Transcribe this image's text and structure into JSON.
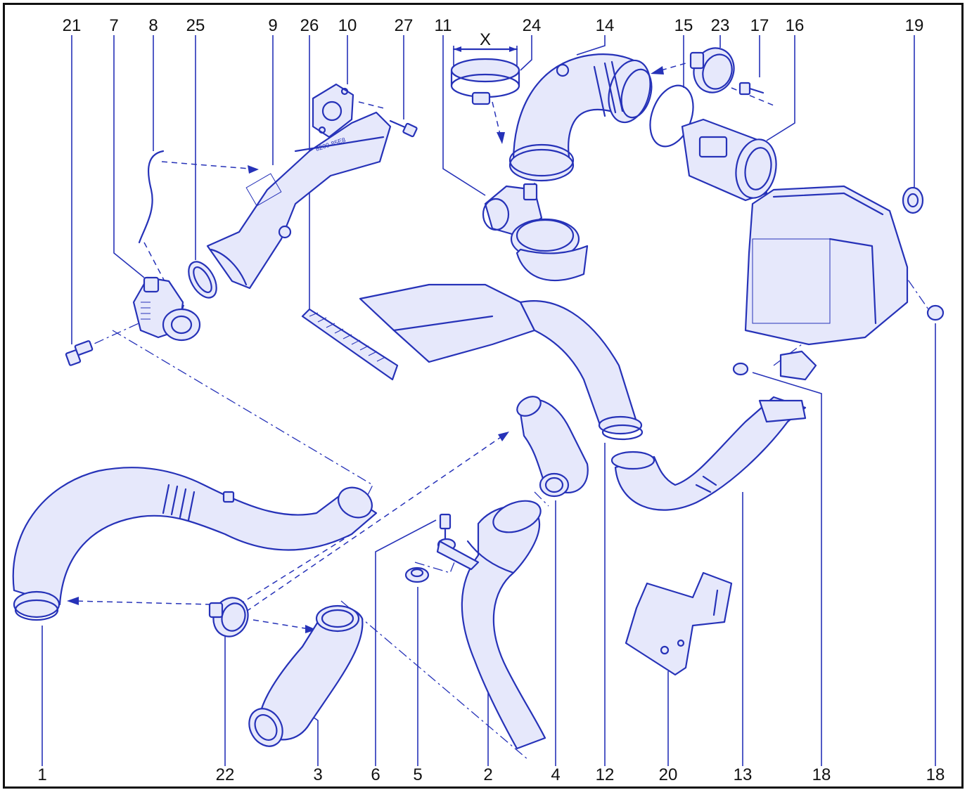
{
  "callouts": {
    "top": [
      "21",
      "7",
      "8",
      "25",
      "9",
      "26",
      "10",
      "27",
      "11",
      "24",
      "14",
      "15",
      "23",
      "17",
      "16",
      "19"
    ],
    "bottom": [
      "1",
      "22",
      "3",
      "6",
      "5",
      "2",
      "4",
      "12",
      "20",
      "13",
      "18",
      "18"
    ]
  },
  "dimension_label": "X",
  "part_marking": "8200-85E8",
  "colors": {
    "line": "#2632b8",
    "text": "#111111",
    "background": "#ffffff"
  }
}
